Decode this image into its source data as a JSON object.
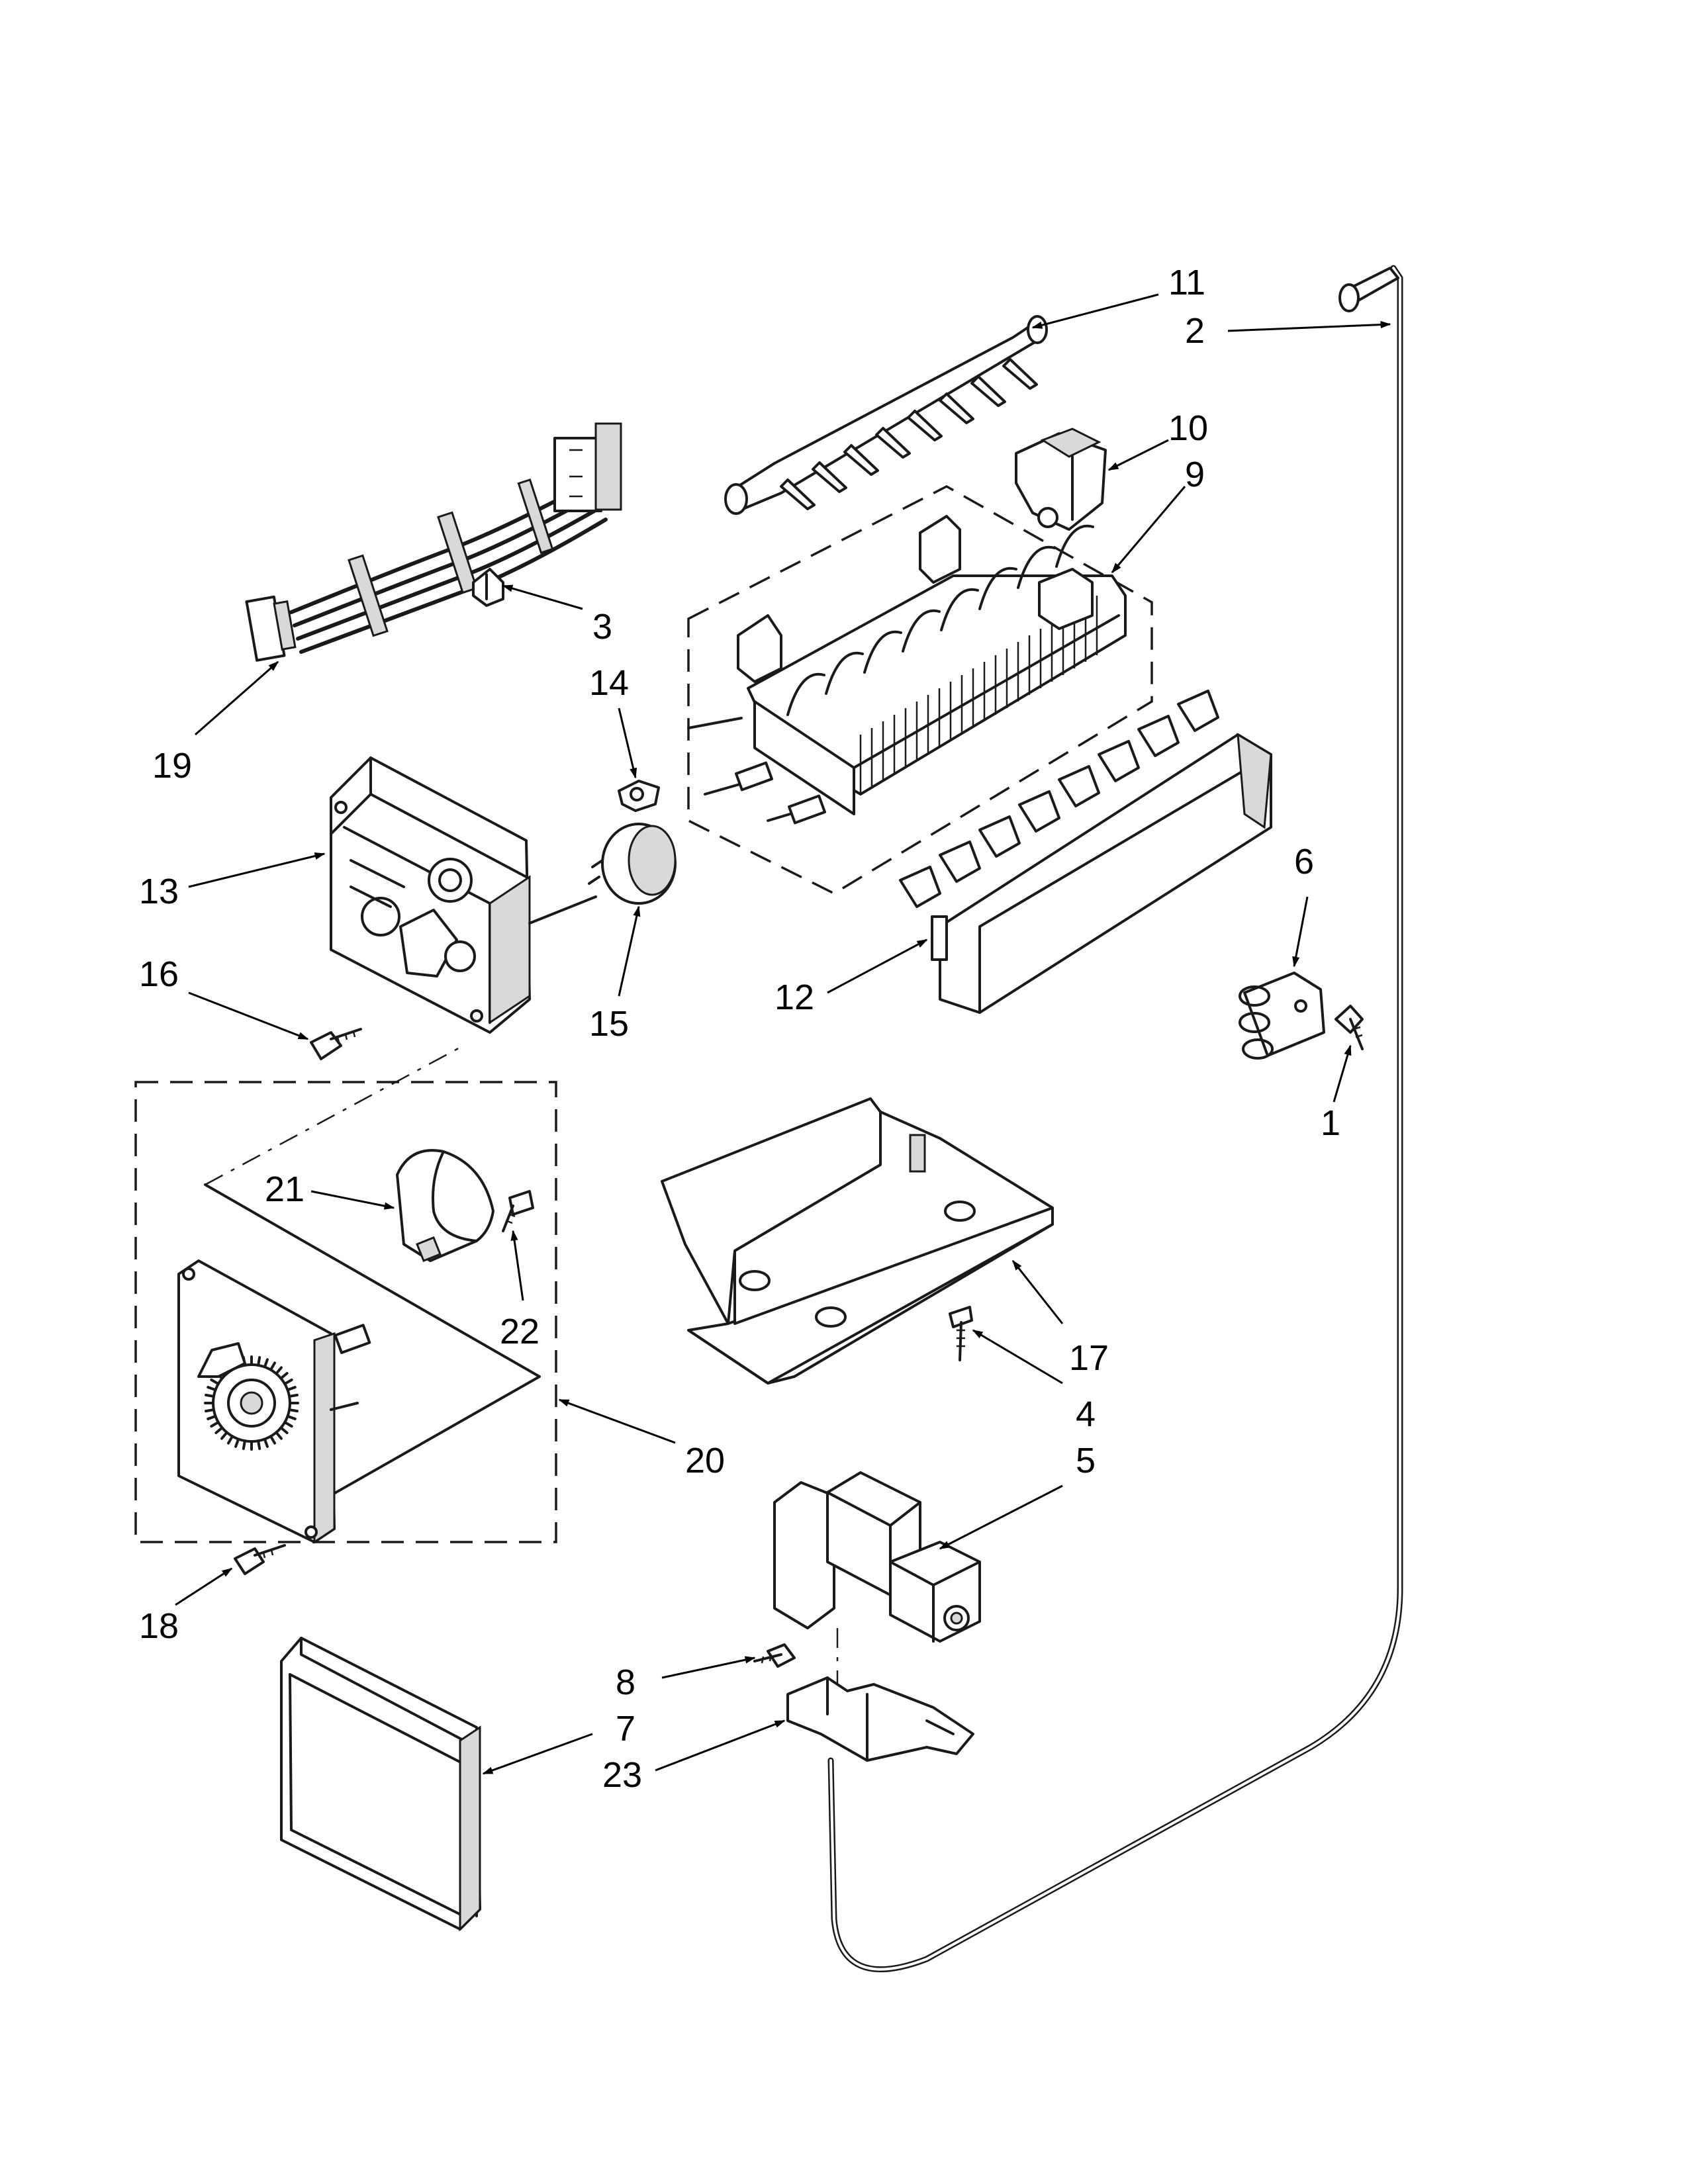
{
  "callouts": {
    "c1": "1",
    "c2": "2",
    "c3": "3",
    "c4": "4",
    "c5": "5",
    "c6": "6",
    "c7": "7",
    "c8": "8",
    "c9": "9",
    "c10": "10",
    "c11": "11",
    "c12": "12",
    "c13": "13",
    "c14": "14",
    "c15": "15",
    "c16": "16",
    "c17": "17",
    "c18": "18",
    "c19": "19",
    "c20": "20",
    "c21": "21",
    "c22": "22",
    "c23": "23"
  },
  "colors": {
    "line": "#1a1a1a",
    "background": "#ffffff"
  }
}
